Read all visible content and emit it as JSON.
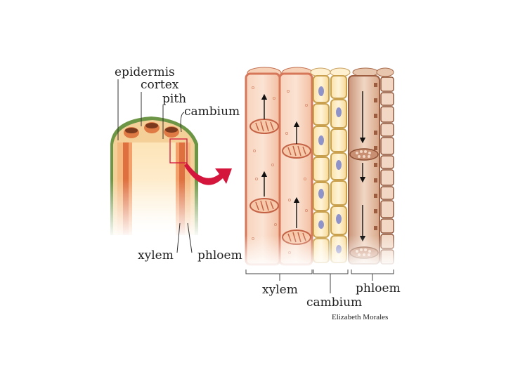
{
  "diagram": {
    "stem_labels": {
      "epidermis": "epidermis",
      "cortex": "cortex",
      "pith": "pith",
      "cambium": "cambium",
      "xylem": "xylem",
      "phloem": "phloem"
    },
    "tissue_labels": {
      "xylem": "xylem",
      "cambium": "cambium",
      "phloem": "phloem"
    },
    "credit": "Elizabeth Morales"
  },
  "colors": {
    "epidermis": "#5f8a3c",
    "cortex": "#f3c98f",
    "xylem_band": "#e2794d",
    "phloem_band": "#c8682f",
    "pith": "#fde9c5",
    "xylem_cell": "#f5c4a8",
    "cambium_cell": "#fbe6b0",
    "phloem_cell": "#d9a98c",
    "arrow": "#d4163d",
    "nucleus": "#8e93c9"
  }
}
